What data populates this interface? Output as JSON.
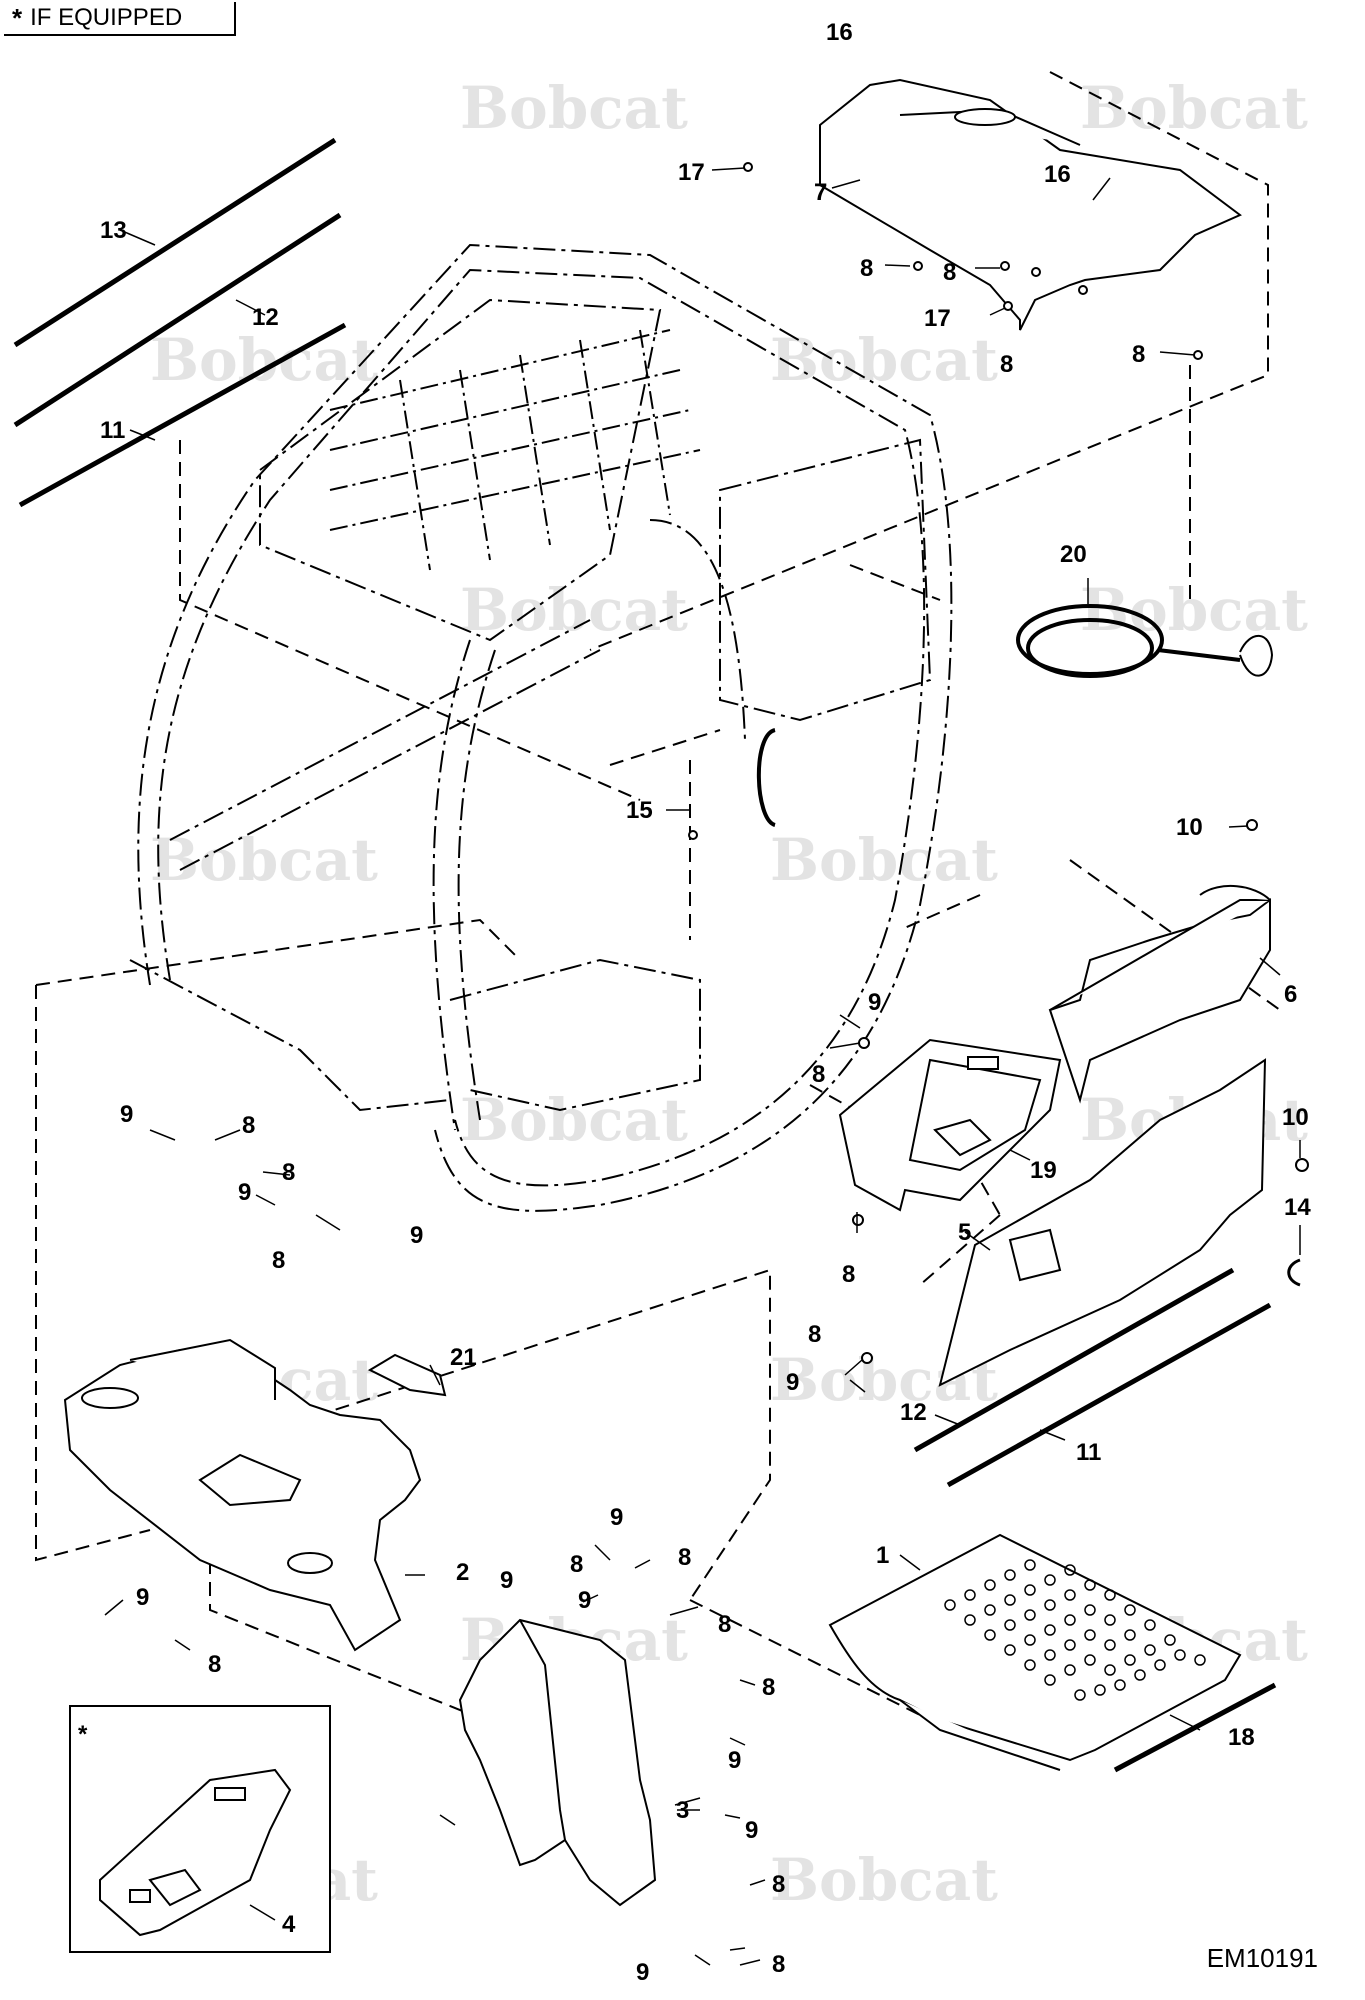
{
  "legend": {
    "symbol": "*",
    "text": "IF EQUIPPED"
  },
  "inset_marker": "*",
  "drawing_id": "EM10191",
  "watermark": "Bobcat",
  "callouts": [
    {
      "id": "c16a",
      "label": "16"
    },
    {
      "id": "c17a",
      "label": "17"
    },
    {
      "id": "c7",
      "label": "7"
    },
    {
      "id": "c16b",
      "label": "16"
    },
    {
      "id": "c8a",
      "label": "8"
    },
    {
      "id": "c8b",
      "label": "8"
    },
    {
      "id": "c17b",
      "label": "17"
    },
    {
      "id": "c8c",
      "label": "8"
    },
    {
      "id": "c8d",
      "label": "8"
    },
    {
      "id": "c13",
      "label": "13"
    },
    {
      "id": "c12a",
      "label": "12"
    },
    {
      "id": "c11a",
      "label": "11"
    },
    {
      "id": "c20",
      "label": "20"
    },
    {
      "id": "c15",
      "label": "15"
    },
    {
      "id": "c10a",
      "label": "10"
    },
    {
      "id": "c6",
      "label": "6"
    },
    {
      "id": "c9a",
      "label": "9"
    },
    {
      "id": "c8e",
      "label": "8"
    },
    {
      "id": "c19",
      "label": "19"
    },
    {
      "id": "c10b",
      "label": "10"
    },
    {
      "id": "c14",
      "label": "14"
    },
    {
      "id": "c5",
      "label": "5"
    },
    {
      "id": "c8f",
      "label": "8"
    },
    {
      "id": "c8g",
      "label": "8"
    },
    {
      "id": "c9b",
      "label": "9"
    },
    {
      "id": "c12b",
      "label": "12"
    },
    {
      "id": "c11b",
      "label": "11"
    },
    {
      "id": "c9c",
      "label": "9"
    },
    {
      "id": "c8h",
      "label": "8"
    },
    {
      "id": "c8i",
      "label": "8"
    },
    {
      "id": "c9d",
      "label": "9"
    },
    {
      "id": "c9e",
      "label": "9"
    },
    {
      "id": "c8j",
      "label": "8"
    },
    {
      "id": "c21",
      "label": "21"
    },
    {
      "id": "c2",
      "label": "2"
    },
    {
      "id": "c9f",
      "label": "9"
    },
    {
      "id": "c8k",
      "label": "8"
    },
    {
      "id": "c9g",
      "label": "9"
    },
    {
      "id": "c8l",
      "label": "8"
    },
    {
      "id": "c8m",
      "label": "8"
    },
    {
      "id": "c9h",
      "label": "9"
    },
    {
      "id": "c1",
      "label": "1"
    },
    {
      "id": "c9i",
      "label": "9"
    },
    {
      "id": "c8n",
      "label": "8"
    },
    {
      "id": "c8o",
      "label": "8"
    },
    {
      "id": "c9j",
      "label": "9"
    },
    {
      "id": "c18",
      "label": "18"
    },
    {
      "id": "c3",
      "label": "3"
    },
    {
      "id": "c4",
      "label": "4"
    },
    {
      "id": "c9k",
      "label": "9"
    },
    {
      "id": "c8p",
      "label": "8"
    },
    {
      "id": "c9l",
      "label": "9"
    },
    {
      "id": "c8q",
      "label": "8"
    }
  ]
}
